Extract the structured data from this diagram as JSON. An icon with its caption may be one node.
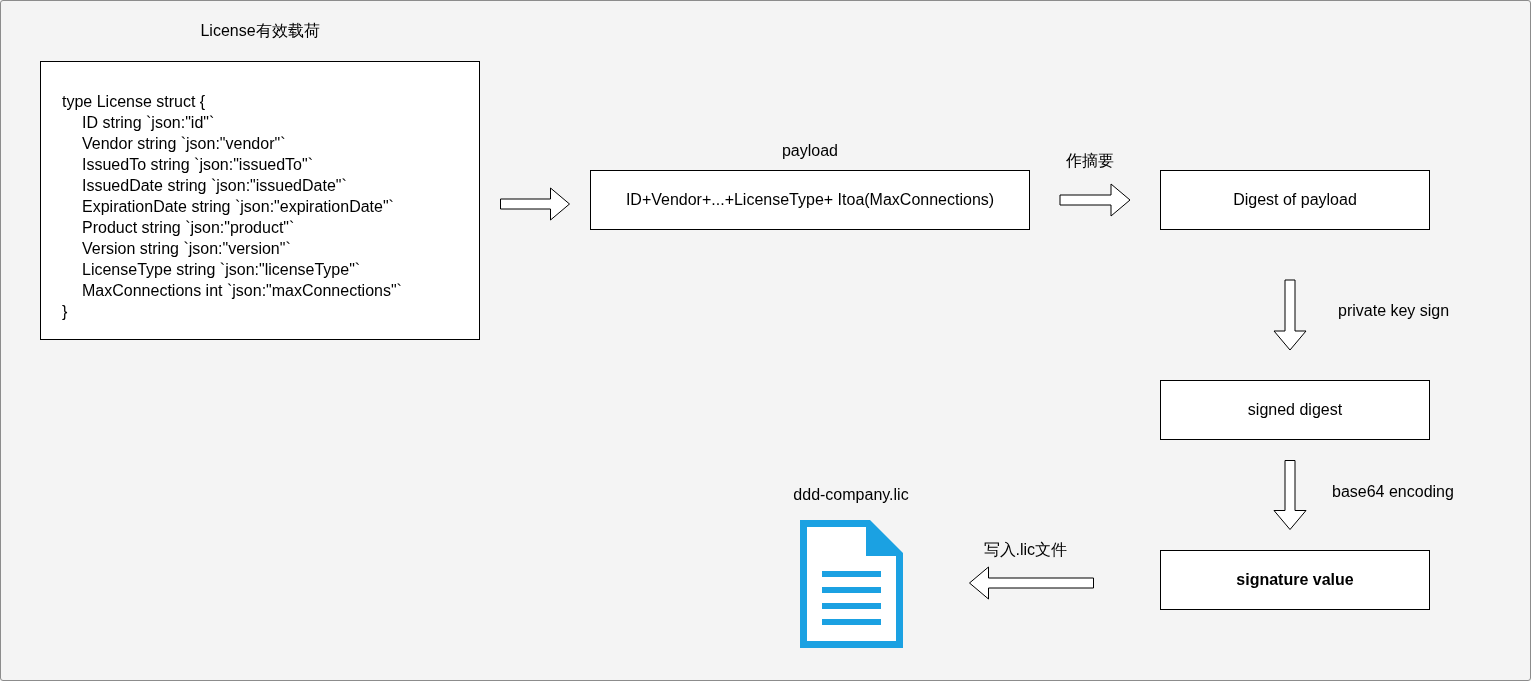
{
  "diagram": {
    "nodes": [
      {
        "text": [
          "License有效载荷",
          "type License struct {",
          "ID string `json:\"id\"`",
          "Vendor string `json:\"vendor\"`",
          "IssuedTo string `json:\"issuedTo\"`",
          "IssuedDate string `json:\"issuedDate\"`",
          "ExpirationDate string `json:\"expirationDate\"`",
          "Product string `json:\"product\"`",
          "Version string `json:\"version\"`",
          "LicenseType string `json:\"licenseType\"`",
          "MaxConnections int `json:\"maxConnections\"`",
          "}"
        ]
      },
      {
        "text": [
          "payload",
          "ID+Vendor+...+LicenseType+ Itoa(MaxConnections)"
        ]
      },
      {
        "text": [
          "Digest of payload"
        ]
      },
      {
        "text": [
          "signed digest"
        ]
      },
      {
        "text": [
          "signature value"
        ]
      },
      {
        "text": [],
        "shape": "picture",
        "beside": [
          "ddd-company.lic"
        ]
      }
    ],
    "edges": [
      {
        "from": 0,
        "to": 1,
        "arrow": "to"
      },
      {
        "from": 1,
        "to": 2,
        "arrow": "to",
        "label": "作摘要"
      },
      {
        "from": 2,
        "to": 3,
        "arrow": "to",
        "label": "private key sign"
      },
      {
        "from": 3,
        "to": 4,
        "arrow": "to",
        "label": "base64 encoding"
      },
      {
        "from": 4,
        "to": 5,
        "arrow": "to",
        "label": "写入.lic文件"
      }
    ]
  }
}
